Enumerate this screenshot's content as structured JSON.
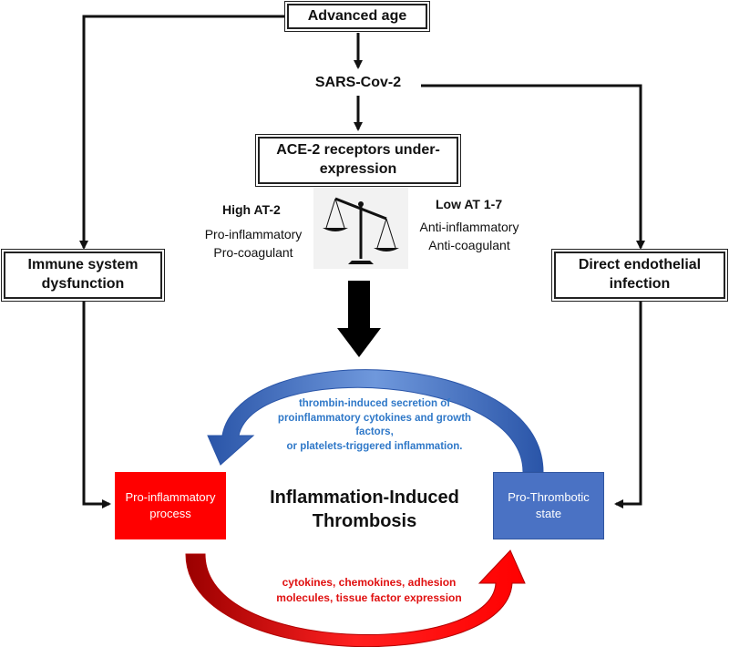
{
  "nodes": {
    "advanced_age": "Advanced age",
    "sars_cov2": "SARS-Cov-2",
    "ace2": "ACE-2 receptors under-expression",
    "immune": "Immune system dysfunction",
    "endothelial": "Direct endothelial infection",
    "pro_inflammatory": "Pro-inflammatory process",
    "pro_thrombotic": "Pro-Thrombotic state"
  },
  "balance": {
    "left_title": "High AT-2",
    "left_lines": [
      "Pro-inflammatory",
      "Pro-coagulant"
    ],
    "right_title": "Low AT 1-7",
    "right_lines": [
      "Anti-inflammatory",
      "Anti-coagulant"
    ]
  },
  "center_title": [
    "Inflammation-Induced",
    "Thrombosis"
  ],
  "top_arc_text": [
    "thrombin-induced secretion of",
    "proinflammatory cytokines and growth factors,",
    "or platelets-triggered inflammation."
  ],
  "bottom_arc_text": [
    "cytokines, chemokines, adhesion",
    "molecules, tissue factor expression"
  ],
  "colors": {
    "red": "#ff0000",
    "blue": "#4a72c4",
    "top_text": "#2f78c8",
    "bottom_text": "#e01010"
  }
}
